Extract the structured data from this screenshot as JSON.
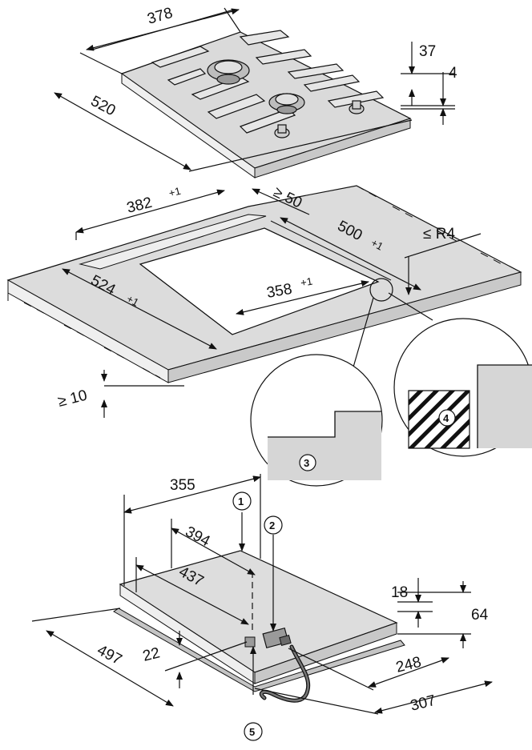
{
  "cooktop_top": {
    "width": "378",
    "depth": "520",
    "height_total": "37",
    "height_base": "4"
  },
  "cutout": {
    "outer_width": "382",
    "outer_width_tol": "+1",
    "wall_distance": "≥ 50",
    "outer_depth": "500",
    "outer_depth_tol": "+1",
    "corner_radius": "≤ R4",
    "inner_depth": "524",
    "inner_depth_tol": "+1",
    "inner_width": "358",
    "inner_width_tol": "+1",
    "worktop_thickness": "≥ 10"
  },
  "underside": {
    "width": "355",
    "depth_a": "394",
    "depth_b": "437",
    "height_a": "18",
    "height_b": "64",
    "depth_total": "497",
    "edge": "22",
    "conn_a": "248",
    "conn_b": "307"
  },
  "callouts": [
    "1",
    "2",
    "3",
    "4",
    "5"
  ]
}
